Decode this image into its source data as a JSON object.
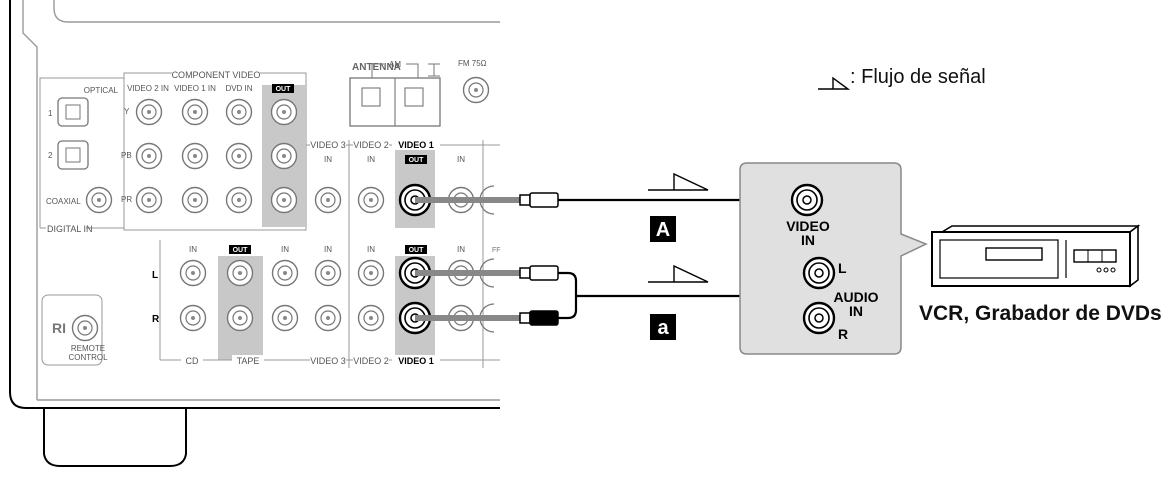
{
  "receiver": {
    "component_video": "COMPONENT VIDEO",
    "video2_in": "VIDEO 2 IN",
    "video1_in": "VIDEO 1 IN",
    "dvd_in": "DVD IN",
    "out": "OUT",
    "optical": "OPTICAL",
    "coaxial": "COAXIAL",
    "digital_in": "DIGITAL IN",
    "optical_1": "1",
    "optical_2": "2",
    "row_y": "Y",
    "row_pb": "PB",
    "row_pr": "PR",
    "antenna": "ANTENNA",
    "am": "AM",
    "fm": "FM 75Ω",
    "video3": "VIDEO 3",
    "video2": "VIDEO 2",
    "video1": "VIDEO 1",
    "in": "IN",
    "cd": "CD",
    "tape": "TAPE",
    "ch_l": "L",
    "ch_r": "R",
    "remote_control": [
      "REMOTE",
      "CONTROL"
    ],
    "ri": "RI"
  },
  "legend": {
    "text": ": Flujo de señal"
  },
  "cables": {
    "video_label": "A",
    "audio_label": "a"
  },
  "device": {
    "video_in": [
      "VIDEO",
      "IN"
    ],
    "audio_in": [
      "AUDIO",
      "IN"
    ],
    "l": "L",
    "r": "R",
    "caption": "VCR, Grabador de DVDs"
  }
}
